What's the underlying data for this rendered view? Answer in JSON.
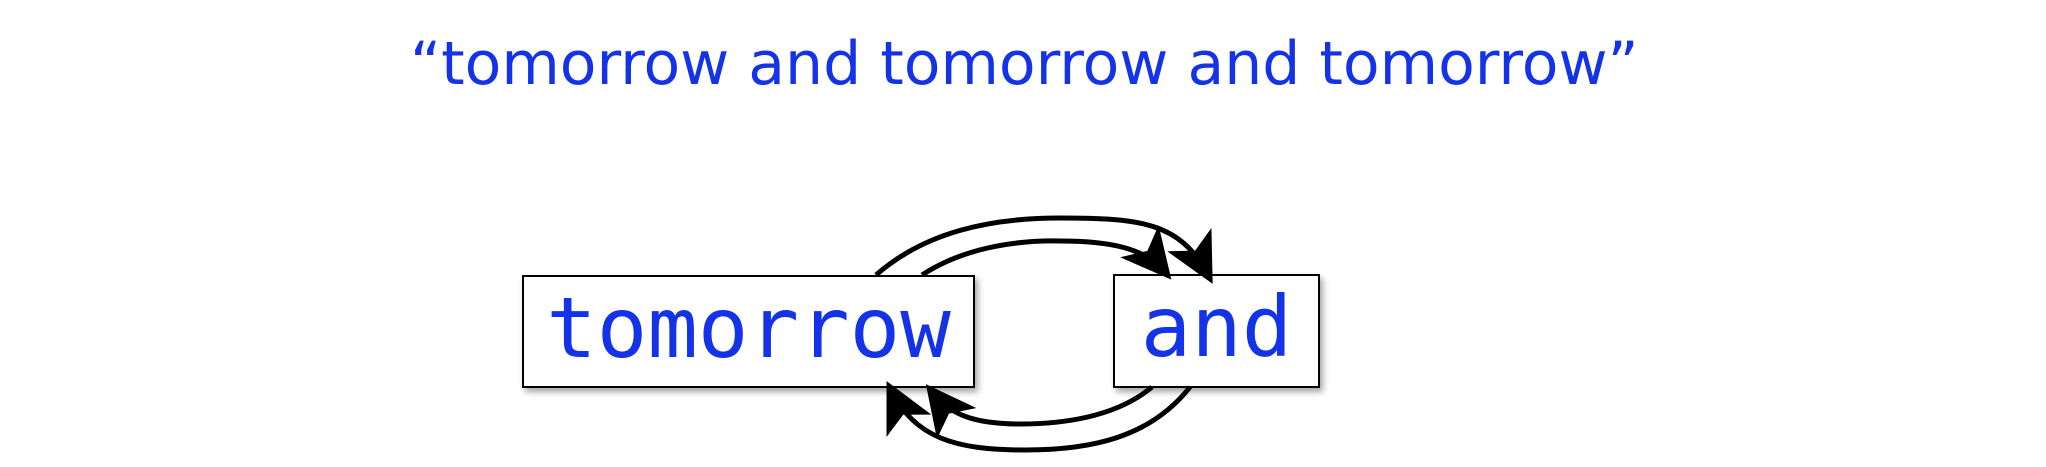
{
  "quote": {
    "text": "“tomorrow and tomorrow and tomorrow”",
    "color": "#1432e8"
  },
  "graph": {
    "nodes": [
      {
        "id": "tomorrow",
        "label": "tomorrow"
      },
      {
        "id": "and",
        "label": "and"
      }
    ],
    "edges": [
      {
        "from": "tomorrow",
        "to": "and",
        "count": 2
      },
      {
        "from": "and",
        "to": "tomorrow",
        "count": 2
      }
    ]
  },
  "colors": {
    "text": "#1432e8",
    "box_border": "#000000",
    "arrow": "#000000",
    "background": "#ffffff"
  }
}
